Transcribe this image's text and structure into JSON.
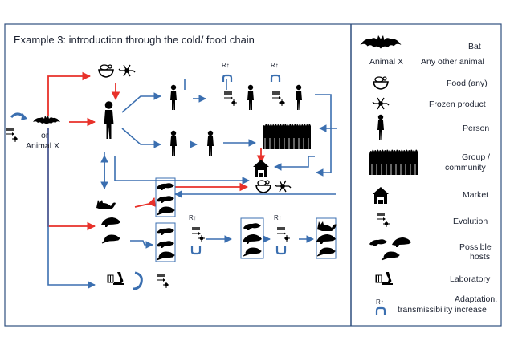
{
  "title": "Example 3: introduction through the cold/ food chain",
  "source_labels": {
    "or": "or",
    "animal_x": "Animal X"
  },
  "markers": {
    "r_up_1": "R↑",
    "r_up_2": "R↑",
    "r_up_3": "R↑",
    "r_up_4": "R↑"
  },
  "legend": {
    "items": [
      {
        "key": "bat",
        "label": "Bat"
      },
      {
        "key": "animal_x_symbol",
        "label": "Animal X"
      },
      {
        "key": "animal_x",
        "label": "Any other animal"
      },
      {
        "key": "food",
        "label": "Food (any)"
      },
      {
        "key": "frozen",
        "label": "Frozen product"
      },
      {
        "key": "person",
        "label": "Person"
      },
      {
        "key": "group_line1",
        "label": "Group /"
      },
      {
        "key": "group_line2",
        "label": "community"
      },
      {
        "key": "market",
        "label": "Market"
      },
      {
        "key": "evolution",
        "label": "Evolution"
      },
      {
        "key": "hosts_line1",
        "label": "Possible"
      },
      {
        "key": "hosts_line2",
        "label": "hosts"
      },
      {
        "key": "lab",
        "label": "Laboratory"
      },
      {
        "key": "adapt_symbol",
        "label": "R↑"
      },
      {
        "key": "adapt_line1",
        "label": "Adaptation,"
      },
      {
        "key": "adapt_line2",
        "label": "transmissibility increase"
      }
    ]
  },
  "colors": {
    "red_arrow": "#e8312a",
    "blue_arrow": "#3b6fb0",
    "panel_border": "#2f4f7f",
    "icon": "#000000"
  }
}
